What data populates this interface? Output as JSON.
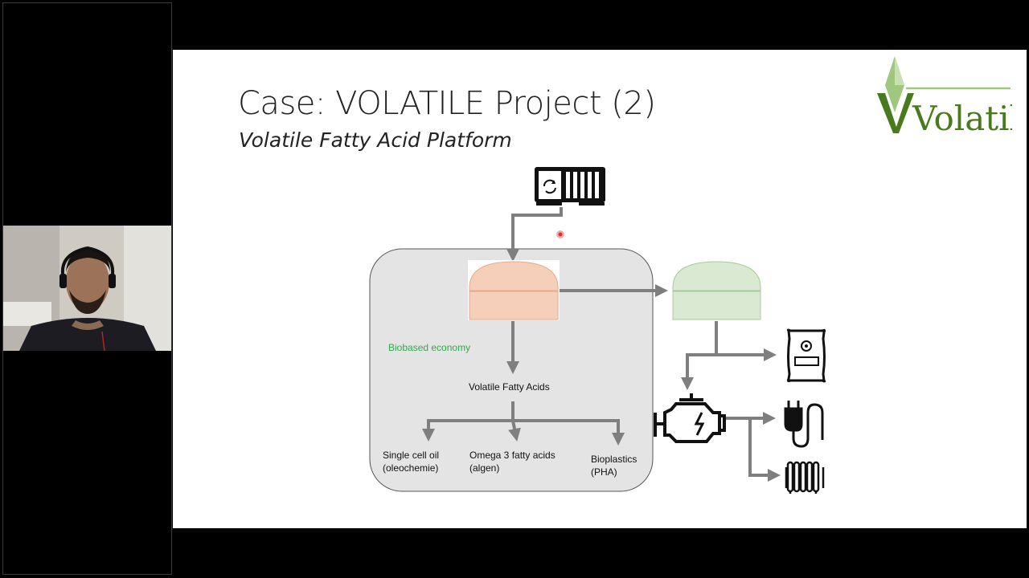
{
  "slide": {
    "title": "Case: VOLATILE Project (2)",
    "subtitle": "Volatile Fatty Acid Platform",
    "logo_text": "Volatile"
  },
  "diagram": {
    "region_label": "Biobased economy",
    "center_label": "Volatile Fatty Acids",
    "products": [
      {
        "line1": "Single cell oil",
        "line2": "(oleochemie)"
      },
      {
        "line1": "Omega 3 fatty acids",
        "line2": "(algen)"
      },
      {
        "line1": "Bioplastics",
        "line2": "(PHA)"
      }
    ],
    "icons": [
      "waste-container-icon",
      "fermenter-icon",
      "digester-icon",
      "fertilizer-bag-icon",
      "engine-icon",
      "electric-plug-icon",
      "radiator-icon",
      "laser-pointer"
    ]
  },
  "colors": {
    "region_fill": "#e4e4e4",
    "arrow": "#7f7f7f",
    "fermenter": "#f5cfba",
    "fermenter_stroke": "#e3a98a",
    "digester": "#d9e9d2",
    "digester_stroke": "#a8c99c",
    "logo_green": "#4a7a1e",
    "label_green": "#2eaa4a",
    "pointer": "#e03030"
  }
}
